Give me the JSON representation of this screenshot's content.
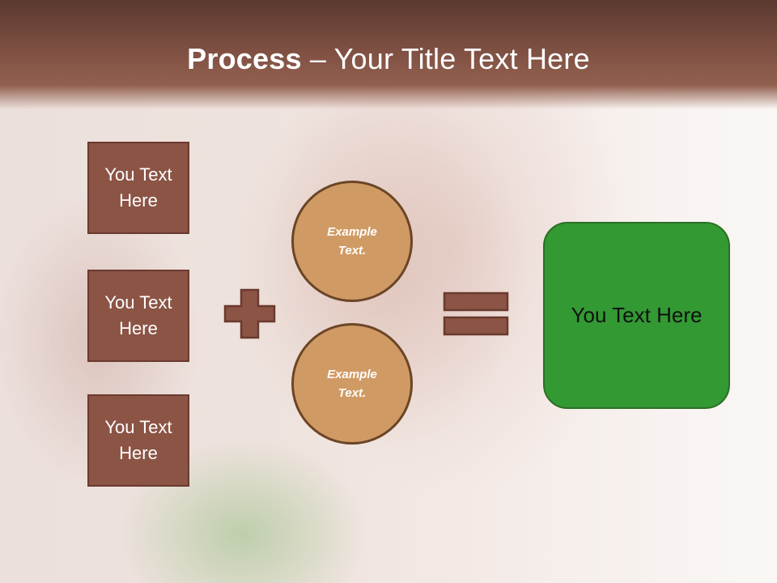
{
  "slide": {
    "title_bold": "Process",
    "title_rest": " – Your Title Text Here",
    "left_boxes": [
      {
        "label": "You Text Here"
      },
      {
        "label": "You Text Here"
      },
      {
        "label": "You Text Here"
      }
    ],
    "circles": [
      {
        "line1": "Example",
        "line2": "Text."
      },
      {
        "line1": "Example",
        "line2": "Text."
      }
    ],
    "operators": {
      "plus": "plus-icon",
      "equals": "equals-icon"
    },
    "result_box": {
      "label": "You Text Here"
    },
    "colors": {
      "header": "#7a4d40",
      "box_fill": "#8b5445",
      "circle_fill": "#d09a64",
      "result_fill": "#339933"
    }
  }
}
